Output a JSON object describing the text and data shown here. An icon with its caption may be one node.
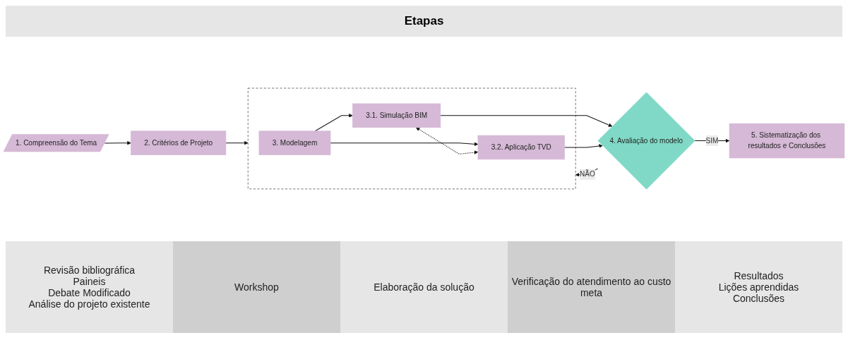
{
  "diagram": {
    "title": "Etapas",
    "nodes": [
      {
        "text": [
          "1. Compreensão do Tema"
        ]
      },
      {
        "text": [
          "2. Critérios de Projeto"
        ]
      },
      {
        "text": [],
        "shape": "box"
      },
      {
        "text": [
          "3. Modelagem"
        ],
        "in": 2
      },
      {
        "text": [
          "3.1. Simulação BIM"
        ],
        "in": 2
      },
      {
        "text": [
          "3.2. Aplicação TVD"
        ],
        "in": 2
      },
      {
        "text": [
          "4. Avaliação do modelo"
        ]
      },
      {
        "text": [
          "5. Sistematização dos resultados e Conclusões"
        ]
      }
    ],
    "edges": [
      {
        "from": 0,
        "to": 1,
        "arrow": "to"
      },
      {
        "from": 1,
        "to": 2,
        "arrow": "to"
      },
      {
        "from": 3,
        "to": 4,
        "arrow": "to"
      },
      {
        "from": 3,
        "to": 5,
        "arrow": "to"
      },
      {
        "from": 4,
        "to": 5,
        "arrow": "both",
        "style": "dashed"
      },
      {
        "from": 4,
        "to": 6,
        "arrow": "to"
      },
      {
        "from": 5,
        "to": 6,
        "arrow": "to"
      },
      {
        "from": 6,
        "to": 7,
        "arrow": "to",
        "label": "SIM"
      },
      {
        "from": 6,
        "to": 2,
        "arrow": "to",
        "label": "NÃO"
      }
    ],
    "labels": [
      "Revisão bibliográfica",
      "Paineis",
      "Debate Modificado",
      "Análise do projeto existente",
      "Workshop",
      "Elaboração da solução",
      "Verificação do atendimento ao custo meta",
      "Resultados",
      "Lições aprendidas",
      "Conclusões"
    ]
  }
}
